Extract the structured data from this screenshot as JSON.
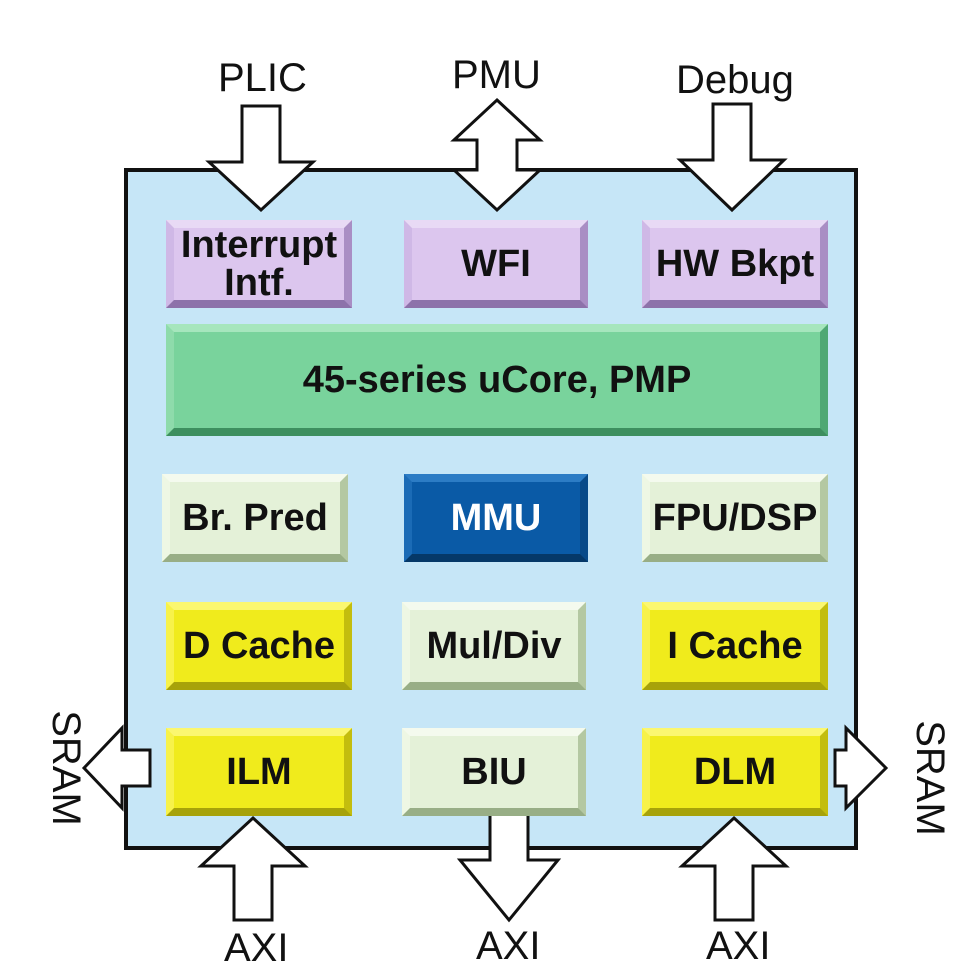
{
  "external": {
    "top": {
      "plic": "PLIC",
      "pmu": "PMU",
      "debug": "Debug"
    },
    "sides": {
      "sram_left": "SRAM",
      "sram_right": "SRAM"
    },
    "bottom": {
      "axi_left": "AXI",
      "axi_center": "AXI",
      "axi_right": "AXI"
    }
  },
  "blocks": {
    "interrupt": "Interrupt Intf.",
    "wfi": "WFI",
    "hw_bkpt": "HW Bkpt",
    "core": "45-series uCore, PMP",
    "br_pred": "Br. Pred",
    "mmu": "MMU",
    "fpu_dsp": "FPU/DSP",
    "d_cache": "D Cache",
    "mul_div": "Mul/Div",
    "i_cache": "I Cache",
    "ilm": "ILM",
    "biu": "BIU",
    "dlm": "DLM"
  },
  "colors": {
    "core_fill": "#c6e6f7",
    "purple": "#dcc6ee",
    "green": "#79d39c",
    "mint": "#e4f1d8",
    "blue": "#0a5aa6",
    "yellow": "#f0eb1c"
  }
}
